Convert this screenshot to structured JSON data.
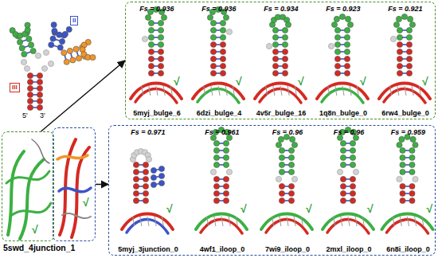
{
  "diagram": {
    "nodes": [
      {
        "text": [
          "5swd_4junction_1"
        ]
      },
      {
        "text": []
      },
      {
        "text": []
      },
      {
        "text": [
          "Fs = 0.936",
          "5myj_bulge_6"
        ],
        "in": 2
      },
      {
        "text": [
          "Fs = 0.936",
          "6dzi_bulge_4"
        ],
        "in": 2
      },
      {
        "text": [
          "Fs = 0.934",
          "4v5r_bulge_16"
        ],
        "in": 2
      },
      {
        "text": [
          "Fs = 0.923",
          "1q8n_bulge_0"
        ],
        "in": 2
      },
      {
        "text": [
          "Fs = 0.921",
          "6rw4_bulge_0"
        ],
        "in": 2
      },
      {
        "text": []
      },
      {
        "text": [
          "Fs = 0.971",
          "5myj_3junction_0"
        ],
        "in": 8
      },
      {
        "text": [
          "Fs = 0.961",
          "4wf1_iloop_0"
        ],
        "in": 8
      },
      {
        "text": [
          "Fs = 0.96",
          "7wi9_iloop_0"
        ],
        "in": 8
      },
      {
        "text": [
          "Fs = 0.96",
          "2mxl_iloop_0"
        ],
        "in": 8
      },
      {
        "text": [
          "Fs = 0.959",
          "6n8i_iloop_0"
        ],
        "in": 8
      }
    ],
    "edges": [
      {
        "from": 0,
        "to": 2,
        "arrow": "to"
      },
      {
        "from": 1,
        "to": 8,
        "arrow": "to"
      }
    ],
    "labels": [
      "II",
      "III",
      "5'",
      "3'",
      "√",
      "√",
      "√",
      "√",
      "√",
      "√",
      "√",
      "√",
      "√",
      "√",
      "√",
      "√"
    ]
  }
}
